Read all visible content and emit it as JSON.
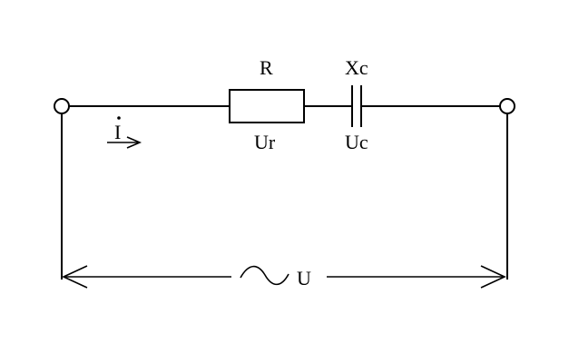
{
  "labels": {
    "resistor": "R",
    "capacitor": "Xc",
    "resistor_voltage": "Ur",
    "capacitor_voltage": "Uc",
    "current": "I",
    "source_voltage": "U"
  }
}
